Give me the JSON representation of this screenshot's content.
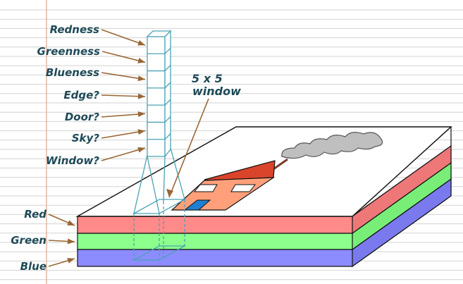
{
  "feature_labels": [
    "Redness",
    "Greenness",
    "Blueness",
    "Edge?",
    "Door?",
    "Sky?",
    "Window?"
  ],
  "window_label": {
    "line1": "5 x 5",
    "line2": "window"
  },
  "channel_labels": [
    "Red",
    "Green",
    "Blue"
  ],
  "colors": {
    "ink": "#1f4a57",
    "arrow": "#9a6634",
    "column": "#4aa3b4",
    "notebook_line": "#d2d2d2",
    "margin_line": "#e0a890",
    "red_layer": "#ff8a8a",
    "green_layer": "#8cff8c",
    "blue_layer": "#8c8cff",
    "roof": "#d9442a",
    "house": "#ffa07a",
    "door": "#1f7fd0",
    "cloud": "#bfbfbf"
  }
}
